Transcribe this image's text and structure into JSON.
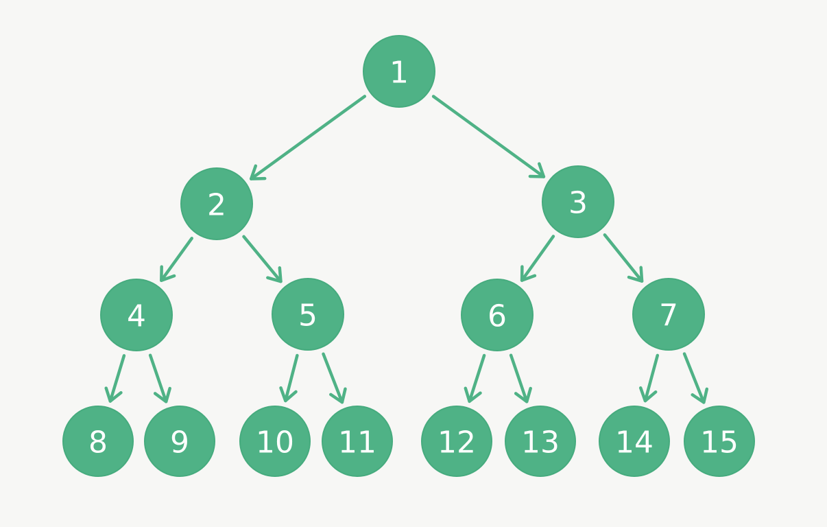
{
  "colors": {
    "background": "#f7f7f5",
    "node_fill": "#4fb286",
    "edge": "#4fb286",
    "label": "#ffffff"
  },
  "tree": {
    "nodes": [
      {
        "id": 1,
        "label": "1"
      },
      {
        "id": 2,
        "label": "2"
      },
      {
        "id": 3,
        "label": "3"
      },
      {
        "id": 4,
        "label": "4"
      },
      {
        "id": 5,
        "label": "5"
      },
      {
        "id": 6,
        "label": "6"
      },
      {
        "id": 7,
        "label": "7"
      },
      {
        "id": 8,
        "label": "8"
      },
      {
        "id": 9,
        "label": "9"
      },
      {
        "id": 10,
        "label": "10"
      },
      {
        "id": 11,
        "label": "11"
      },
      {
        "id": 12,
        "label": "12"
      },
      {
        "id": 13,
        "label": "13"
      },
      {
        "id": 14,
        "label": "14"
      },
      {
        "id": 15,
        "label": "15"
      }
    ],
    "edges": [
      {
        "from": 1,
        "to": 2
      },
      {
        "from": 1,
        "to": 3
      },
      {
        "from": 2,
        "to": 4
      },
      {
        "from": 2,
        "to": 5
      },
      {
        "from": 3,
        "to": 6
      },
      {
        "from": 3,
        "to": 7
      },
      {
        "from": 4,
        "to": 8
      },
      {
        "from": 4,
        "to": 9
      },
      {
        "from": 5,
        "to": 10
      },
      {
        "from": 5,
        "to": 11
      },
      {
        "from": 6,
        "to": 12
      },
      {
        "from": 6,
        "to": 13
      },
      {
        "from": 7,
        "to": 14
      },
      {
        "from": 7,
        "to": 15
      }
    ]
  }
}
